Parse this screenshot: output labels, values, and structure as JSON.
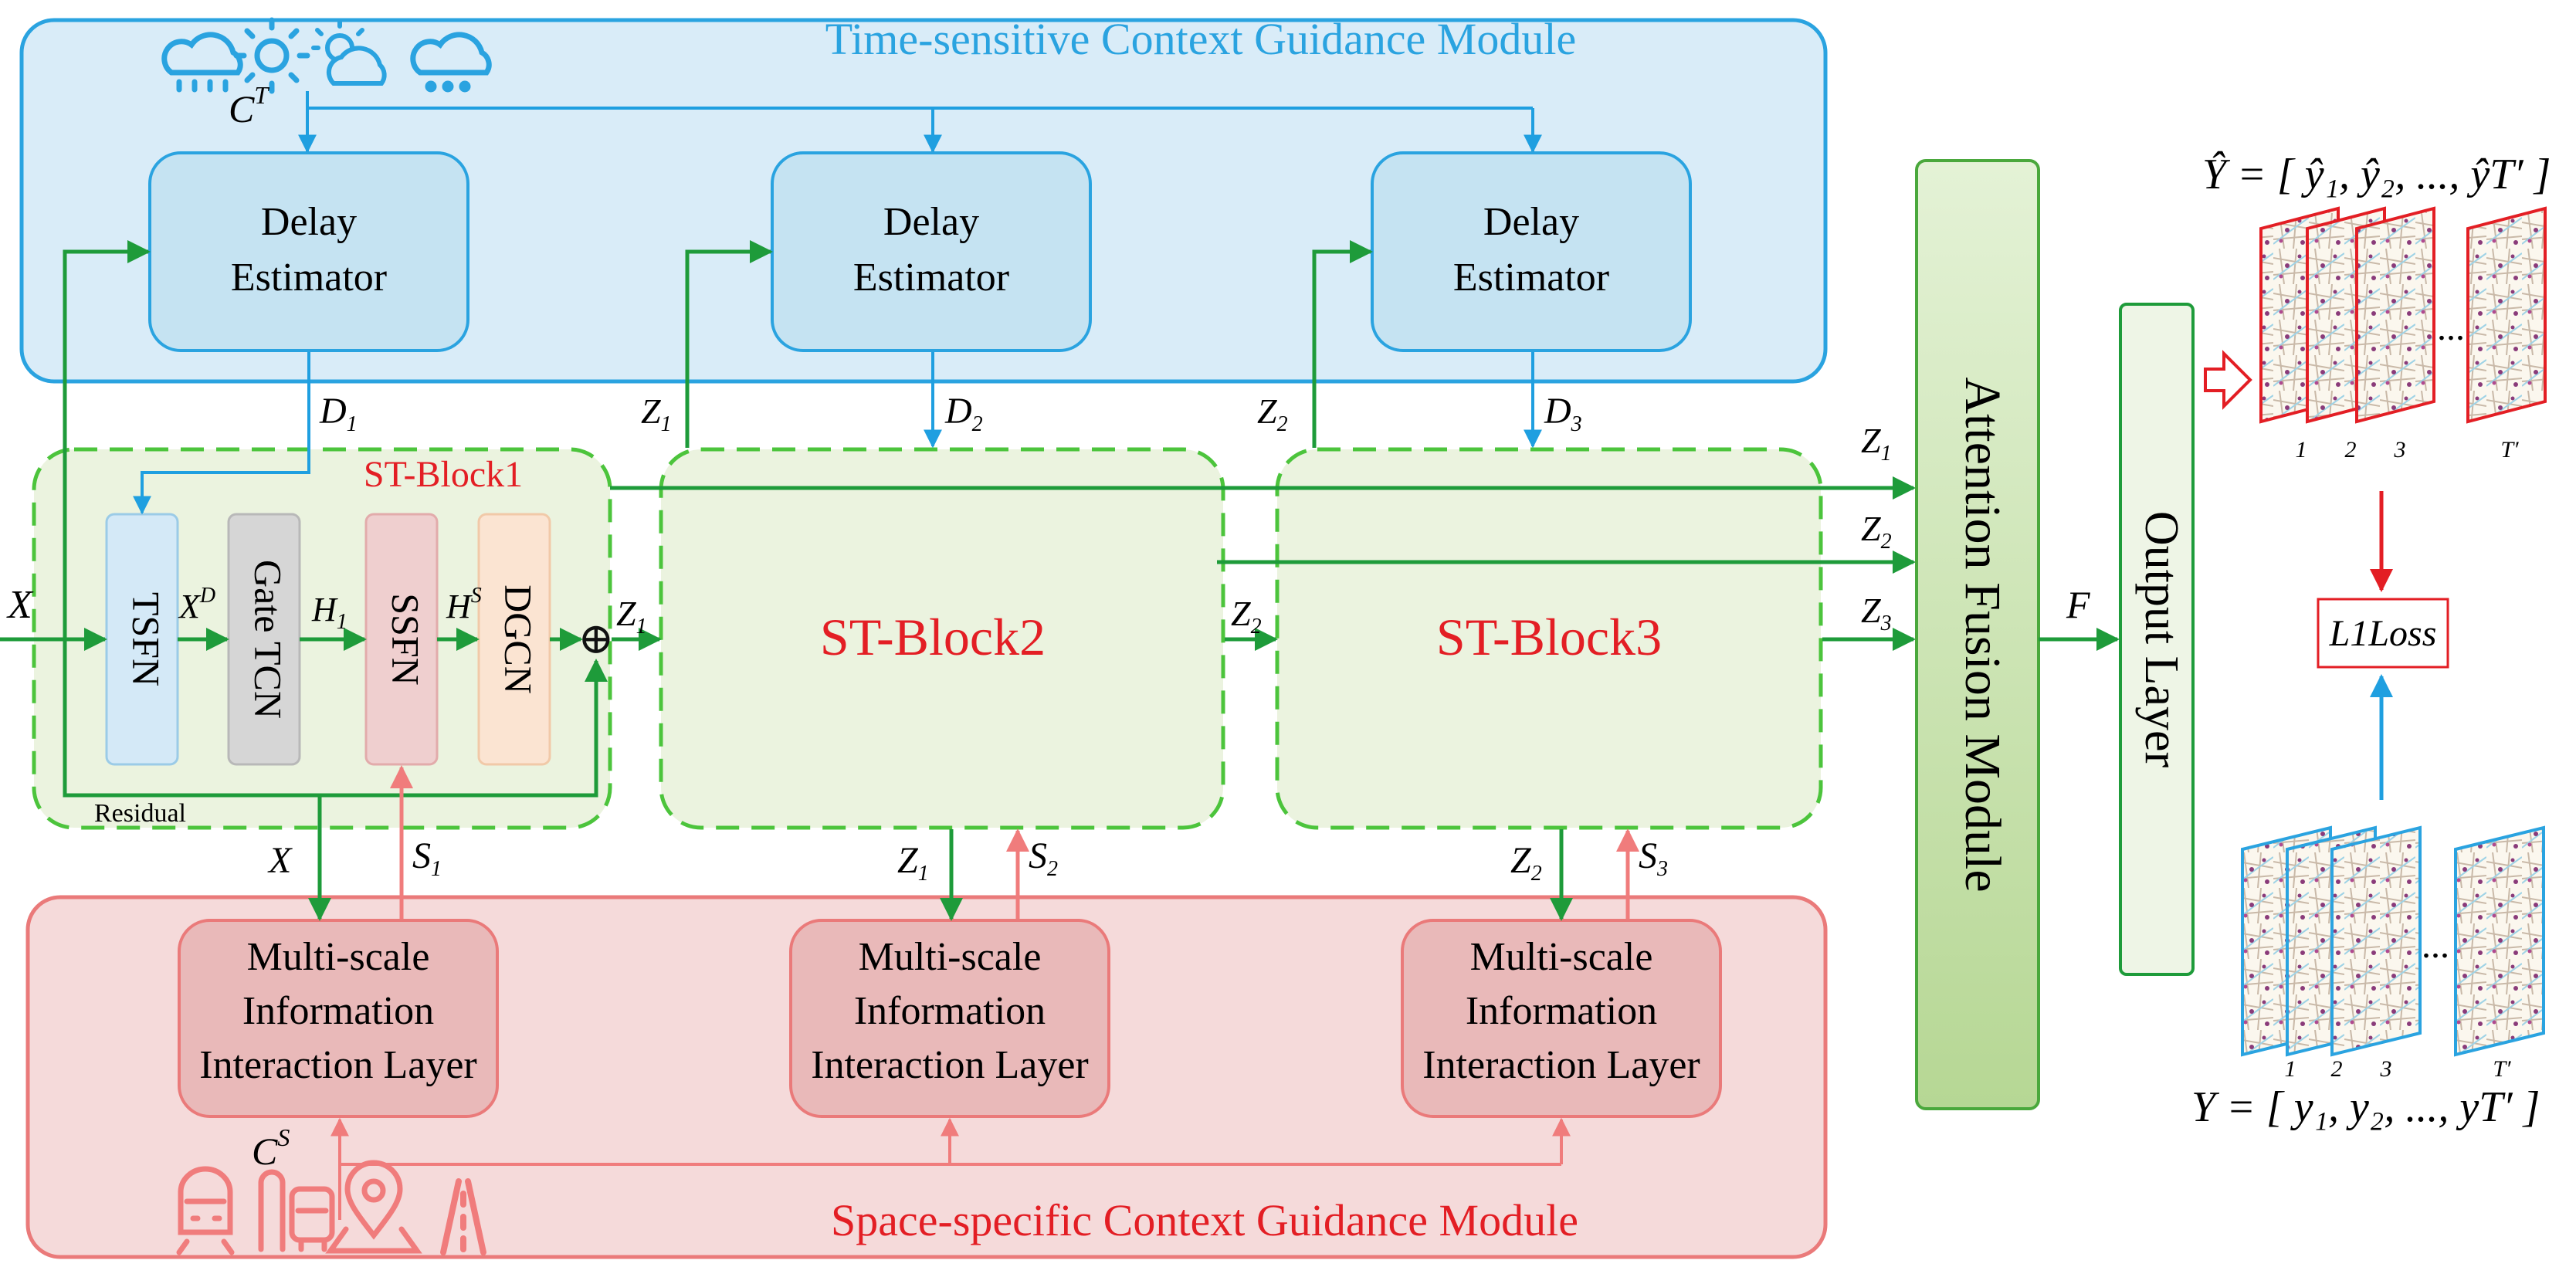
{
  "modules": {
    "time_title": "Time-sensitive Context Guidance Module",
    "space_title": "Space-specific Context Guidance Module",
    "attention_title": "Attention Fusion Module",
    "output_title": "Output Layer"
  },
  "delay_estimator": {
    "line1": "Delay",
    "line2": "Estimator"
  },
  "miil": {
    "line1": "Multi-scale",
    "line2": "Information",
    "line3": "Interaction Layer"
  },
  "st_blocks": [
    "ST-Block1",
    "ST-Block2",
    "ST-Block3"
  ],
  "components": {
    "tsfn": "TSFN",
    "gate_tcn": "Gate TCN",
    "ssfn": "SSFN",
    "dgcn": "DGCN"
  },
  "labels": {
    "residual": "Residual",
    "oplus": "⊕",
    "loss_main": "L",
    "loss_rest": "1Loss",
    "dots": "...",
    "C": "C",
    "T": "T",
    "S": "S",
    "X": "X",
    "D": "D",
    "H": "H",
    "Z": "Z",
    "F": "F",
    "sub1": "1",
    "sub2": "2",
    "sub3": "3"
  },
  "equations": {
    "yhat": "Ŷ = [ ŷ₁, ŷ₂, ..., ŷT′ ]",
    "y": "Y = [ y₁, y₂, ..., yT′ ]"
  },
  "map_labels": [
    "1",
    "2",
    "3",
    "T′"
  ],
  "colors": {
    "time_fill": "#d9ecf8",
    "time_stroke": "#2aa3e0",
    "space_fill": "#f5dada",
    "space_stroke": "#ea7a7a",
    "green": "#1e9b3a",
    "red": "#e31e24",
    "blue_arrow": "#1f9fe0",
    "pink_arrow": "#f07c7c"
  },
  "icons": {
    "weather": [
      "rain-cloud-icon",
      "sun-icon",
      "sun-cloud-icon",
      "snow-cloud-icon"
    ],
    "space": [
      "train-icon",
      "bus-icon",
      "map-pin-icon",
      "road-icon"
    ]
  }
}
